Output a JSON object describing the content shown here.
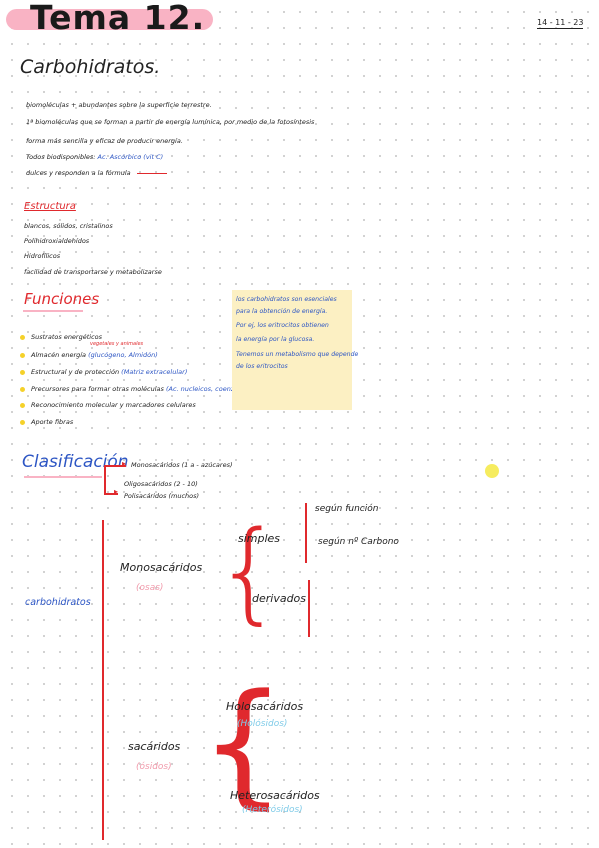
{
  "header": {
    "title": "Tema 12.",
    "date": "14 - 11 - 23"
  },
  "heading": "Carbohidratos.",
  "intro": [
    {
      "text": "biomoléculas + abundantes sobre la superficie terrestre.",
      "highlight": ""
    },
    {
      "text": "1ª biomoléculas que se forman a partir de energía lumínica, por medio de la fotosíntesis",
      "highlight": ""
    },
    {
      "text": "forma más sencilla y eficaz de producir energía.",
      "highlight": ""
    },
    {
      "text": "Todos biodisponibles:",
      "highlight": "Ac. Ascórbico (vit C)"
    },
    {
      "text": "dulces y responden a la fórmula",
      "highlight": ""
    }
  ],
  "estructura": {
    "heading": "Estructura",
    "lines": [
      "blancos, sólidos, cristalinos",
      "Polihidroxialdehídos",
      "Hidrofílicos",
      "facilidad de transportarse y metabolizarse"
    ]
  },
  "funciones": {
    "heading": "Funciones",
    "annotation": "vegetales y animales",
    "items": [
      {
        "text": "Sustratos energéticos",
        "extra": ""
      },
      {
        "text": "Almacén energía",
        "extra": "(glucógeno, Almidón)"
      },
      {
        "text": "Estructural y de protección",
        "extra": "(Matriz extracelular)"
      },
      {
        "text": "Precursores para formar otras moléculas",
        "extra": "(Ac. nucleicos, coenzimas...)"
      },
      {
        "text": "Reconocimiento molecular y marcadores celulares",
        "extra": ""
      },
      {
        "text": "Aporte fibras",
        "extra": ""
      }
    ]
  },
  "note": {
    "lines": [
      "los carbohidratos son esenciales",
      "para la obtención de energía.",
      "Por ej, los eritrocitos obtienen",
      "la energía por la glucosa.",
      "Tenemos un metabolismo que depende",
      "de los eritrocitos"
    ]
  },
  "clasificacion": {
    "heading": "Clasificación",
    "branches": [
      {
        "text": "Monosacáridos (1 a - azúcares)"
      },
      {
        "text": "Oligosacáridos (2 - 10)"
      },
      {
        "text": "Polisacáridos (muchos)"
      }
    ]
  },
  "tree": {
    "root": "carbohidratos",
    "mono": {
      "name": "Monosacáridos",
      "alias": "(osas)"
    },
    "simples": "simples",
    "derivados": "derivados",
    "segun_funcion": "según función",
    "segun_carbono": "según nº Carbono",
    "saca": {
      "name": "sacáridos",
      "alias": "(ósidos)"
    },
    "holo": {
      "name": "Holosacáridos",
      "alias": "(Holósidos)"
    },
    "hetero": {
      "name": "Heterosacáridos",
      "alias": "(Heterósidos)"
    }
  },
  "colors": {
    "title_highlight": "#f9b3c4",
    "red": "#e0292d",
    "blue": "#2d56c4",
    "note_bg": "#fcf0c3",
    "bullet": "#f5d12a",
    "pink": "#f19aab",
    "cyan": "#7fcbe8"
  }
}
